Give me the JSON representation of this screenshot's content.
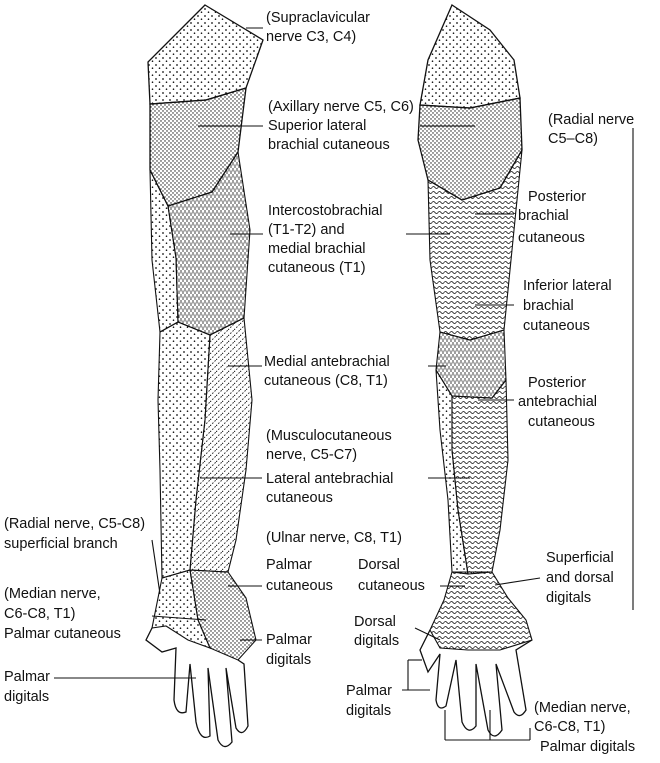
{
  "labels": {
    "supraclavicular": [
      "(Supraclavicular",
      "nerve C3, C4)"
    ],
    "axillary": [
      "(Axillary nerve C5, C6)",
      "Superior lateral",
      "brachial cutaneous"
    ],
    "intercostobrachial": [
      "Intercostobrachial",
      "(T1-T2) and",
      "medial brachial",
      "cutaneous (T1)"
    ],
    "medial_antebrachial": [
      "Medial antebrachial",
      "cutaneous (C8, T1)"
    ],
    "musculocutaneous": [
      "(Musculocutaneous",
      "nerve, C5-C7)",
      "Lateral antebrachial",
      "cutaneous"
    ],
    "ulnar_header": "(Ulnar nerve, C8, T1)",
    "palmar_cutaneous_ulnar": [
      "Palmar",
      "cutaneous"
    ],
    "dorsal_cutaneous": [
      "Dorsal",
      "cutaneous"
    ],
    "palmar_digitals_ulnar": [
      "Palmar",
      "digitals"
    ],
    "radial_superficial": [
      "(Radial nerve, C5-C8)",
      "superficial branch"
    ],
    "median_left": [
      "(Median nerve,",
      "C6-C8, T1)",
      "Palmar cutaneous"
    ],
    "palmar_digitals_left": [
      "Palmar",
      "digitals"
    ],
    "radial_nerve_right": [
      "(Radial nerve",
      "C5–C8)"
    ],
    "posterior_brachial": [
      "Posterior",
      "brachial",
      "cutaneous"
    ],
    "inferior_lateral": [
      "Inferior lateral",
      "brachial",
      "cutaneous"
    ],
    "posterior_antebrachial": [
      "Posterior",
      "antebrachial",
      "cutaneous"
    ],
    "superficial_dorsal": [
      "Superficial",
      "and dorsal",
      "digitals"
    ],
    "dorsal_digitals": [
      "Dorsal",
      "digitals"
    ],
    "palmar_digitals_right": [
      "Palmar",
      "digitals"
    ],
    "median_right": [
      "(Median nerve,",
      "C6-C8, T1)",
      "Palmar digitals"
    ]
  },
  "colors": {
    "ink": "#111111",
    "background": "#ffffff"
  }
}
